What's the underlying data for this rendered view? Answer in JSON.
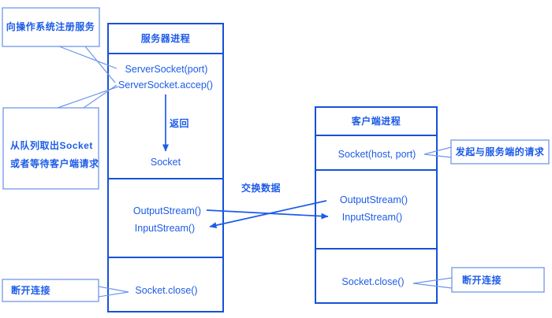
{
  "colors": {
    "primary_blue": "#1d5ce8",
    "box_border_blue": "#1652d8",
    "callout_blue": "#7097e8",
    "background": "#ffffff"
  },
  "server": {
    "title": "服务器进程",
    "socket_ctor": "ServerSocket(port)",
    "accept_call": "ServerSocket.accep()",
    "return_label": "返回",
    "socket_result": "Socket",
    "output_stream": "OutputStream()",
    "input_stream": "InputStream()",
    "close_call": "Socket.close()"
  },
  "client": {
    "title": "客户端进程",
    "socket_ctor": "Socket(host, port)",
    "output_stream": "OutputStream()",
    "input_stream": "InputStream()",
    "close_call": "Socket.close()"
  },
  "labels": {
    "exchange_data": "交换数据"
  },
  "callouts": {
    "register_service": "向操作系统注册服务",
    "queue_line1": "从队列取出Socket",
    "queue_line2": "或者等待客户端请求",
    "client_request": "发起与服务端的请求",
    "disconnect_server": "断开连接",
    "disconnect_client": "断开连接"
  }
}
